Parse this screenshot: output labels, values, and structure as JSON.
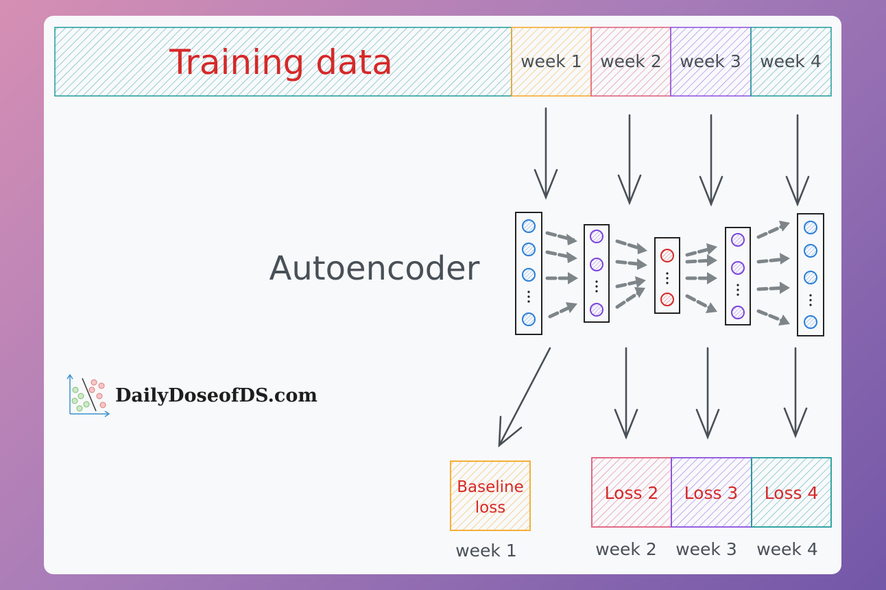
{
  "top_bar": {
    "training_label": "Training data",
    "weeks": [
      "week 1",
      "week 2",
      "week 3",
      "week 4"
    ]
  },
  "model_label": "Autoencoder",
  "brand": {
    "name": "DailyDoseofDS.com"
  },
  "bottom": {
    "baseline_label_line1": "Baseline",
    "baseline_label_line2": "loss",
    "losses": [
      "Loss 2",
      "Loss 3",
      "Loss 4"
    ],
    "weeks": [
      "week 1",
      "week 2",
      "week 3",
      "week 4"
    ]
  },
  "colors": {
    "teal": "#1f9a9a",
    "orange": "#f5a623",
    "pink": "#e05a78",
    "purple": "#8a4fe0",
    "red_text": "#d62828",
    "gray_text": "#495057",
    "node_blue": "#2a7fd6",
    "node_purple": "#7b45d9",
    "node_red": "#d62828"
  }
}
